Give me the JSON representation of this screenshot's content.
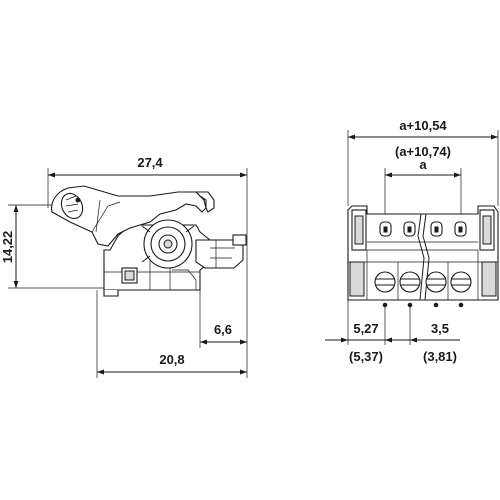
{
  "dimensions": {
    "side_width_top": "27,4",
    "side_height": "14,22",
    "side_offset": "6,6",
    "side_width_bottom": "20,8",
    "front_total": "a+10,54",
    "front_total_alt": "(a+10,74)",
    "front_a": "a",
    "front_edge": "5,27",
    "front_edge_alt": "(5,37)",
    "front_pitch": "3,5",
    "front_pitch_alt": "(3,81)"
  },
  "icons": [
    "arrowhead-icon",
    "screw-terminal-icon",
    "lock-latch-icon"
  ]
}
